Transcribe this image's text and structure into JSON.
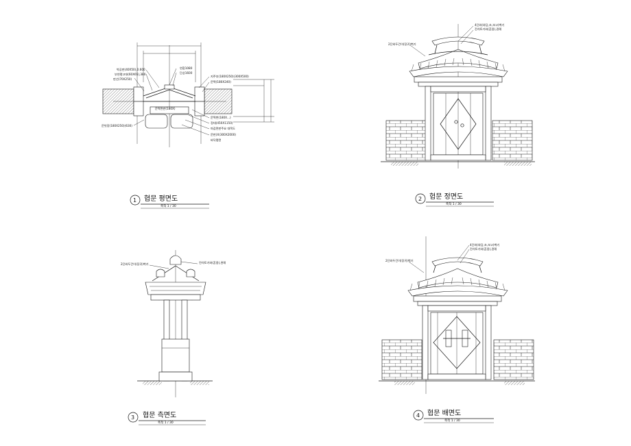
{
  "views": [
    {
      "number": "1",
      "title": "협문  평면도",
      "scale": "축척   1 / 30",
      "notes": [
        "박공판(40X50),0.600",
        "부연평고대(60X65),380",
        "판선(70X250)",
        "연합1080",
        "단상1600",
        "문짝면판(180X)",
        "지주부(180X250)(300X500)",
        "문짝(180X240)",
        "문짝변(180X...)",
        "정대(450X1150)",
        "마감면판주요 대목도",
        "문판(X(300X2000)",
        "바닥평면",
        "문빗장(180X250)(630)"
      ]
    },
    {
      "number": "2",
      "title": "협문  정면도",
      "scale": "축척   1 / 30",
      "notes": [
        "4단와(와당,초,보고)벽기",
        "전석토기와(혼용),관례",
        "2단와두건이(장귀)벽기"
      ]
    },
    {
      "number": "3",
      "title": "협문  측면도",
      "scale": "축척   1 / 30",
      "notes": [
        "2단와두건이(장귀)벽기",
        "전석토기와(혼용),관례"
      ]
    },
    {
      "number": "4",
      "title": "협문  배면도",
      "scale": "축척   1 / 30",
      "notes": [
        "4단와(와당,초,보고)벽기",
        "전석토기와(혼용),관례",
        "2단와두건이(장귀)벽기"
      ]
    }
  ]
}
